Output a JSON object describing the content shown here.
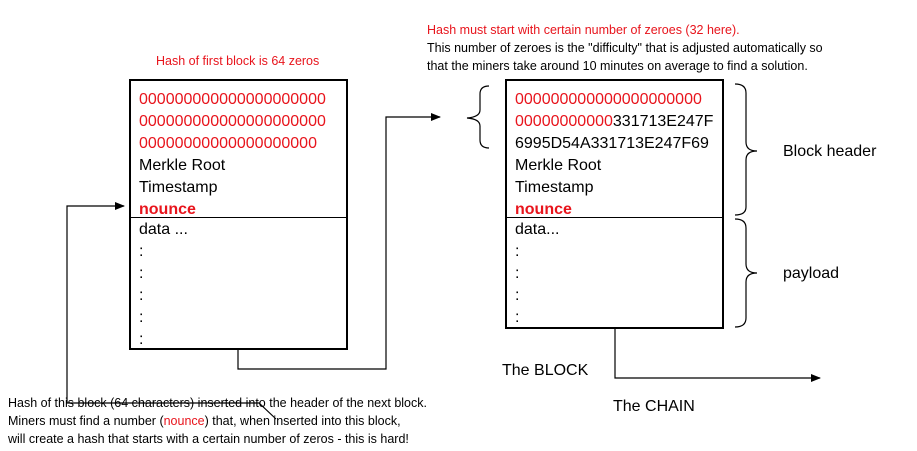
{
  "top_note": {
    "line1": "Hash must start with certain number of zeroes (32 here).",
    "line2": "This number of zeroes is the \"difficulty\" that is adjusted automatically so",
    "line3": "that the miners take around 10 minutes on average to find a solution."
  },
  "first_block_note": "Hash of first block is 64 zeros",
  "block1": {
    "header_lines": [
      "000000000000000000000",
      "000000000000000000000",
      "00000000000000000000"
    ],
    "merkle": "Merkle Root",
    "timestamp": "Timestamp",
    "nounce": "nounce",
    "data_lines": [
      "data ...",
      ":",
      ":",
      ":",
      ":",
      ":"
    ]
  },
  "block2": {
    "hash_line1": "000000000000000000000",
    "hash_line2_zeros": "00000000000",
    "hash_line2_rest": "331713E247F",
    "hash_line3": "6995D54A331713E247F69",
    "merkle": "Merkle Root",
    "timestamp": "Timestamp",
    "nounce": "nounce",
    "data_lines": [
      "data...",
      ":",
      ":",
      ":",
      ":"
    ]
  },
  "labels": {
    "block_header": "Block header",
    "payload": "payload",
    "the_block": "The BLOCK",
    "the_chain": "The CHAIN"
  },
  "bottom_note": {
    "line1": "Hash of this block (64 characters) inserted into the header of the next block.",
    "line2_before": "Miners must find a number (",
    "line2_red": "nounce",
    "line2_after": ") that, when inserted into this block,",
    "line3": "will create a hash that starts with a certain number of zeros - this is hard!"
  },
  "colors": {
    "accent_red": "#e8141c",
    "line": "#000000"
  }
}
